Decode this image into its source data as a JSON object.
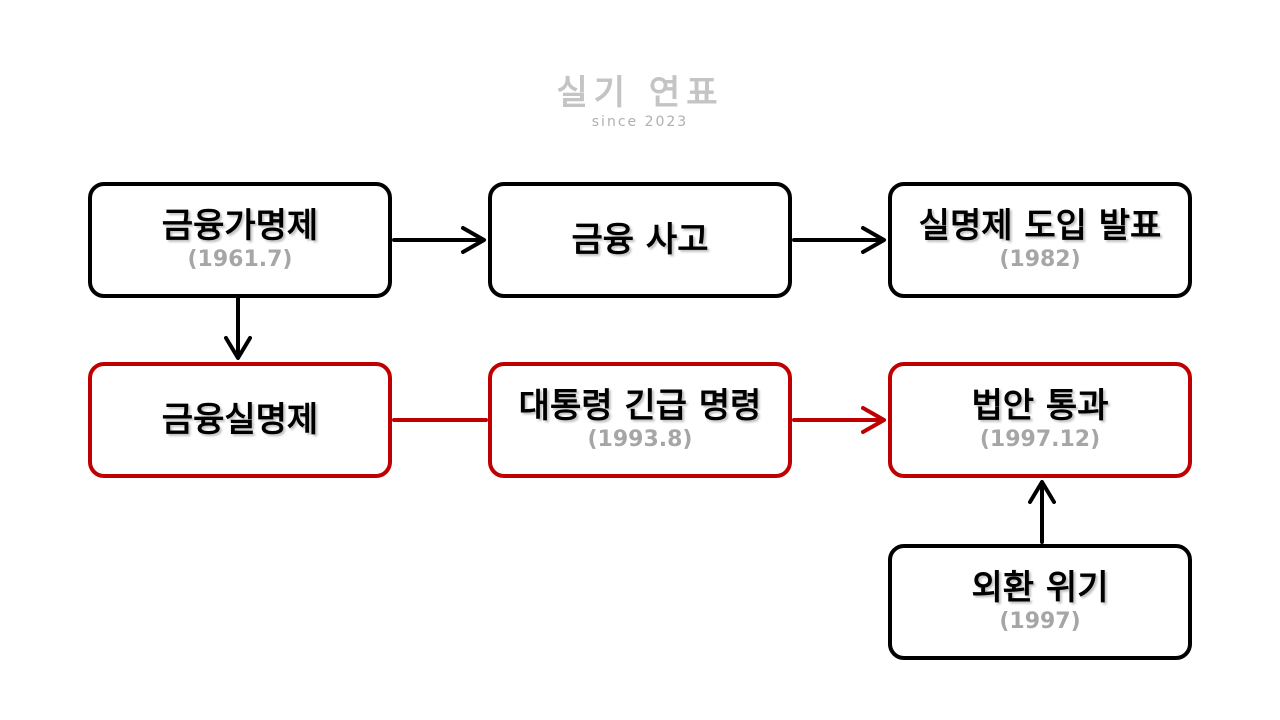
{
  "watermark": {
    "title": "실기 연표",
    "subtitle": "since 2023"
  },
  "colors": {
    "default_border": "#000000",
    "highlight_border": "#c00000",
    "date_text": "#a6a6a6"
  },
  "nodes": {
    "financial_pseudonym": {
      "title": "금융가명제",
      "date": "(1961.7)"
    },
    "financial_accidents": {
      "title": "금융 사고",
      "date": ""
    },
    "real_name_announcement": {
      "title": "실명제 도입 발표",
      "date": "(1982)"
    },
    "financial_real_name": {
      "title": "금융실명제",
      "date": ""
    },
    "presidential_emergency_order": {
      "title": "대통령 긴급 명령",
      "date": "(1993.8)"
    },
    "bill_passed": {
      "title": "법안 통과",
      "date": "(1997.12)"
    },
    "currency_crisis": {
      "title": "외환 위기",
      "date": "(1997)"
    }
  },
  "edges": [
    {
      "from": "financial_pseudonym",
      "to": "financial_accidents",
      "color": "black"
    },
    {
      "from": "financial_accidents",
      "to": "real_name_announcement",
      "color": "black"
    },
    {
      "from": "financial_pseudonym",
      "to": "financial_real_name",
      "color": "black"
    },
    {
      "from": "financial_real_name",
      "to": "presidential_emergency_order",
      "color": "red"
    },
    {
      "from": "presidential_emergency_order",
      "to": "bill_passed",
      "color": "red"
    },
    {
      "from": "currency_crisis",
      "to": "bill_passed",
      "color": "black"
    }
  ]
}
